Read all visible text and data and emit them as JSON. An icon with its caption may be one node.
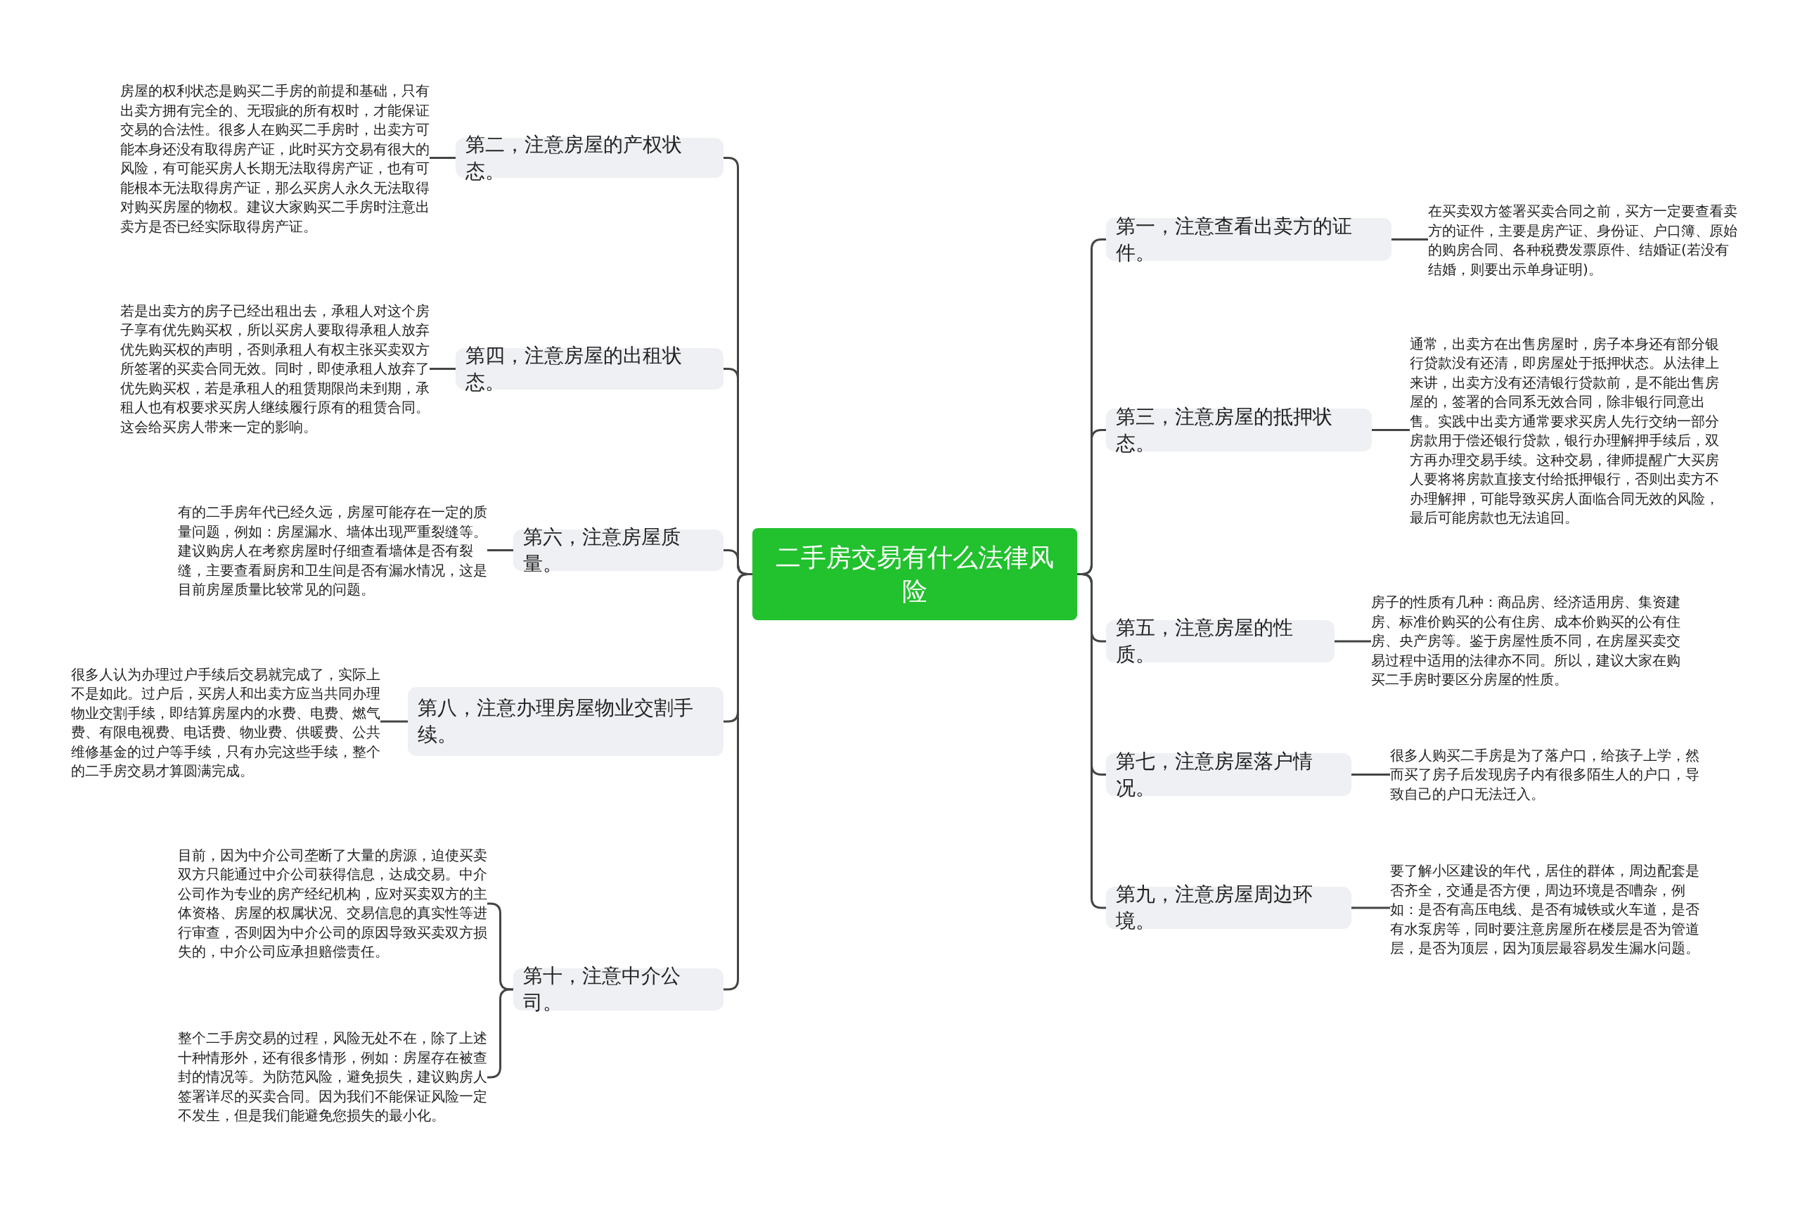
{
  "diagram": {
    "nodes": [
      {
        "text": [
          "二手房交易有什么法律风险"
        ]
      },
      {
        "text": [
          "第二，注意房屋的产权状态。"
        ]
      },
      {
        "text": [
          "房屋的权利状态是购买二手房的前提和基础，只有出卖方拥有完全的、无瑕疵的所有权时，才能保证交易的合法性。很多人在购买二手房时，出卖方可能本身还没有取得房产证，此时买方交易有很大的风险，有可能买房人长期无法取得房产证，也有可能根本无法取得房产证，那么买房人永久无法取得对购买房屋的物权。建议大家购买二手房时注意出卖方是否已经实际取得房产证。"
        ]
      },
      {
        "text": [
          "第四，注意房屋的出租状态。"
        ]
      },
      {
        "text": [
          "若是出卖方的房子已经出租出去，承租人对这个房子享有优先购买权，所以买房人要取得承租人放弃优先购买权的声明，否则承租人有权主张买卖双方所签署的买卖合同无效。同时，即使承租人放弃了优先购买权，若是承租人的租赁期限尚未到期，承租人也有权要求买房人继续履行原有的租赁合同。这会给买房人带来一定的影响。"
        ]
      },
      {
        "text": [
          "第六，注意房屋质量。"
        ]
      },
      {
        "text": [
          "有的二手房年代已经久远，房屋可能存在一定的质量问题，例如：房屋漏水、墙体出现严重裂缝等。建议购房人在考察房屋时仔细查看墙体是否有裂缝，主要查看厨房和卫生间是否有漏水情况，这是目前房屋质量比较常见的问题。"
        ]
      },
      {
        "text": [
          "第八，注意办理房屋物业交割手续。"
        ]
      },
      {
        "text": [
          "很多人认为办理过户手续后交易就完成了，实际上不是如此。过户后，买房人和出卖方应当共同办理物业交割手续，即结算房屋内的水费、电费、燃气费、有限电视费、电话费、物业费、供暖费、公共维修基金的过户等手续，只有办完这些手续，整个的二手房交易才算圆满完成。"
        ]
      },
      {
        "text": [
          "第十，注意中介公司。"
        ]
      },
      {
        "text": [
          "目前，因为中介公司垄断了大量的房源，迫使买卖双方只能通过中介公司获得信息，达成交易。中介公司作为专业的房产经纪机构，应对买卖双方的主体资格、房屋的权属状况、交易信息的真实性等进行审查，否则因为中介公司的原因导致买卖双方损失的，中介公司应承担赔偿责任。"
        ]
      },
      {
        "text": [
          "整个二手房交易的过程，风险无处不在，除了上述十种情形外，还有很多情形，例如：房屋存在被查封的情况等。为防范风险，避免损失，建议购房人签署详尽的买卖合同。因为我们不能保证风险一定不发生，但是我们能避免您损失的最小化。"
        ]
      },
      {
        "text": [
          "第一，注意查看出卖方的证件。"
        ]
      },
      {
        "text": [
          "在买卖双方签署买卖合同之前，买方一定要查看卖方的证件，主要是房产证、身份证、户口簿、原始的购房合同、各种税费发票原件、结婚证(若没有结婚，则要出示单身证明)。"
        ]
      },
      {
        "text": [
          "第三，注意房屋的抵押状态。"
        ]
      },
      {
        "text": [
          "通常，出卖方在出售房屋时，房子本身还有部分银行贷款没有还清，即房屋处于抵押状态。从法律上来讲，出卖方没有还清银行贷款前，是不能出售房屋的，签署的合同系无效合同，除非银行同意出售。实践中出卖方通常要求买房人先行交纳一部分房款用于偿还银行贷款，银行办理解押手续后，双方再办理交易手续。这种交易，律师提醒广大买房人要将将房款直接支付给抵押银行，否则出卖方不办理解押，可能导致买房人面临合同无效的风险，最后可能房款也无法追回。"
        ]
      },
      {
        "text": [
          "第五，注意房屋的性质。"
        ]
      },
      {
        "text": [
          "房子的性质有几种：商品房、经济适用房、集资建房、标准价购买的公有住房、成本价购买的公有住房、央产房等。鉴于房屋性质不同，在房屋买卖交易过程中适用的法律亦不同。所以，建议大家在购买二手房时要区分房屋的性质。"
        ]
      },
      {
        "text": [
          "第七，注意房屋落户情况。"
        ]
      },
      {
        "text": [
          "很多人购买二手房是为了落户口，给孩子上学，然而买了房子后发现房子内有很多陌生人的户口，导致自己的户口无法迁入。"
        ]
      },
      {
        "text": [
          "第九，注意房屋周边环境。"
        ]
      },
      {
        "text": [
          "要了解小区建设的年代，居住的群体，周边配套是否齐全，交通是否方便，周边环境是否嘈杂，例如：是否有高压电线、是否有城铁或火车道，是否有水泵房等，同时要注意房屋所在楼层是否为管道层，是否为顶层，因为顶层最容易发生漏水问题。"
        ]
      }
    ],
    "edges": [
      {
        "from": 0,
        "to": 1,
        "arrow": "none"
      },
      {
        "from": 1,
        "to": 2,
        "arrow": "none"
      },
      {
        "from": 0,
        "to": 3,
        "arrow": "none"
      },
      {
        "from": 3,
        "to": 4,
        "arrow": "none"
      },
      {
        "from": 0,
        "to": 5,
        "arrow": "none"
      },
      {
        "from": 5,
        "to": 6,
        "arrow": "none"
      },
      {
        "from": 0,
        "to": 7,
        "arrow": "none"
      },
      {
        "from": 7,
        "to": 8,
        "arrow": "none"
      },
      {
        "from": 0,
        "to": 9,
        "arrow": "none"
      },
      {
        "from": 9,
        "to": 10,
        "arrow": "none"
      },
      {
        "from": 9,
        "to": 11,
        "arrow": "none"
      },
      {
        "from": 0,
        "to": 12,
        "arrow": "none"
      },
      {
        "from": 12,
        "to": 13,
        "arrow": "none"
      },
      {
        "from": 0,
        "to": 14,
        "arrow": "none"
      },
      {
        "from": 14,
        "to": 15,
        "arrow": "none"
      },
      {
        "from": 0,
        "to": 16,
        "arrow": "none"
      },
      {
        "from": 16,
        "to": 17,
        "arrow": "none"
      },
      {
        "from": 0,
        "to": 18,
        "arrow": "none"
      },
      {
        "from": 18,
        "to": 19,
        "arrow": "none"
      },
      {
        "from": 0,
        "to": 20,
        "arrow": "none"
      },
      {
        "from": 20,
        "to": 21,
        "arrow": "none"
      }
    ]
  }
}
